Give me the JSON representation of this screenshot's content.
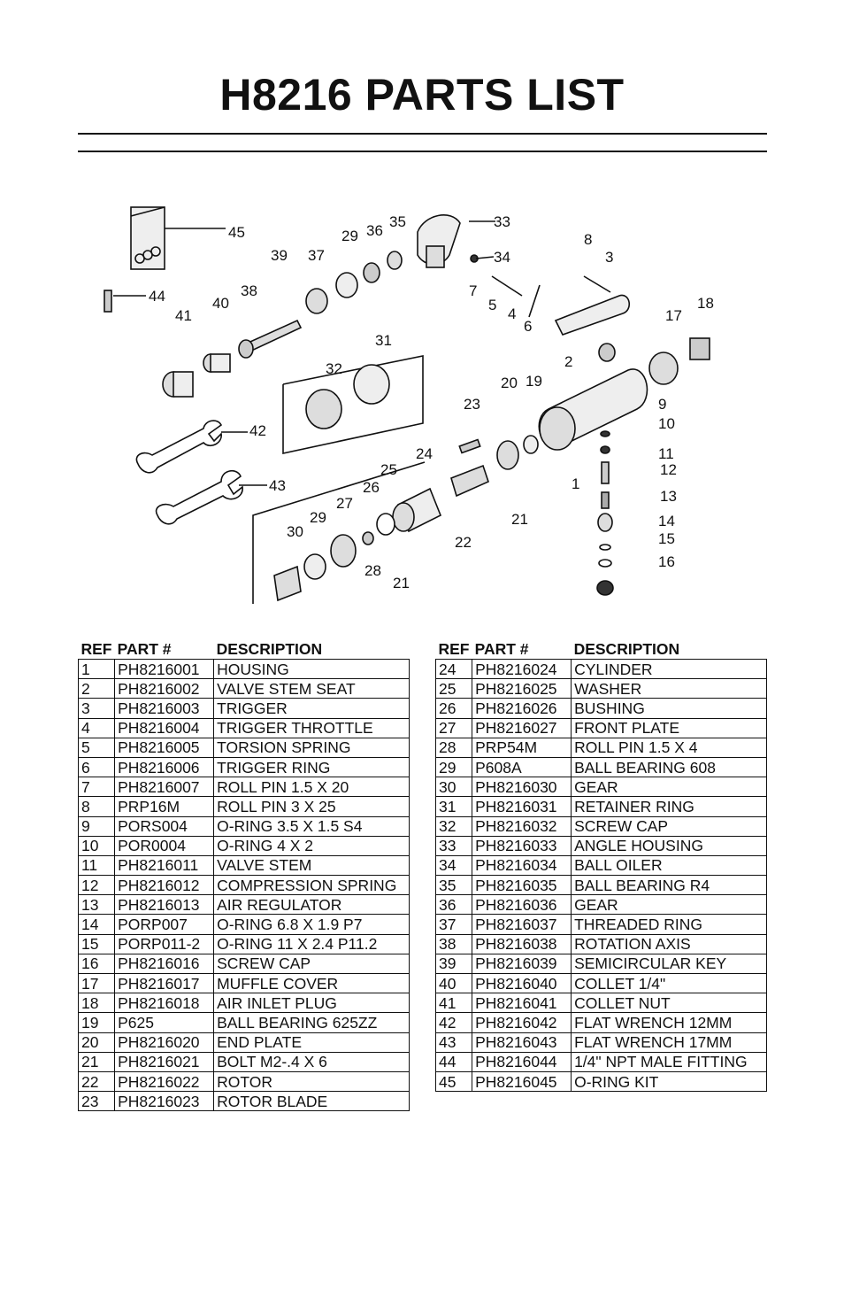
{
  "title": "H8216 PARTS LIST",
  "diagram": {
    "callouts": [
      "45",
      "44",
      "41",
      "40",
      "38",
      "39",
      "37",
      "29",
      "36",
      "35",
      "33",
      "34",
      "8",
      "3",
      "7",
      "5",
      "4",
      "6",
      "18",
      "17",
      "2",
      "31",
      "32",
      "20",
      "19",
      "23",
      "9",
      "10",
      "42",
      "24",
      "11",
      "12",
      "25",
      "26",
      "43",
      "13",
      "27",
      "29",
      "30",
      "21",
      "14",
      "15",
      "22",
      "16",
      "28",
      "21",
      "1"
    ]
  },
  "table": {
    "headers": {
      "ref": "REF",
      "part": "PART #",
      "desc": "DESCRIPTION"
    },
    "left_rows": [
      [
        "1",
        "PH8216001",
        "HOUSING"
      ],
      [
        "2",
        "PH8216002",
        "VALVE STEM SEAT"
      ],
      [
        "3",
        "PH8216003",
        "TRIGGER"
      ],
      [
        "4",
        "PH8216004",
        "TRIGGER THROTTLE"
      ],
      [
        "5",
        "PH8216005",
        "TORSION SPRING"
      ],
      [
        "6",
        "PH8216006",
        "TRIGGER RING"
      ],
      [
        "7",
        "PH8216007",
        "ROLL PIN 1.5 X 20"
      ],
      [
        "8",
        "PRP16M",
        "ROLL PIN 3 X 25"
      ],
      [
        "9",
        "PORS004",
        "O-RING 3.5 X 1.5 S4"
      ],
      [
        "10",
        "POR0004",
        "O-RING 4 X 2"
      ],
      [
        "11",
        "PH8216011",
        "VALVE STEM"
      ],
      [
        "12",
        "PH8216012",
        "COMPRESSION SPRING"
      ],
      [
        "13",
        "PH8216013",
        "AIR REGULATOR"
      ],
      [
        "14",
        "PORP007",
        "O-RING 6.8 X 1.9 P7"
      ],
      [
        "15",
        "PORP011-2",
        "O-RING 11 X 2.4 P11.2"
      ],
      [
        "16",
        "PH8216016",
        "SCREW CAP"
      ],
      [
        "17",
        "PH8216017",
        "MUFFLE COVER"
      ],
      [
        "18",
        "PH8216018",
        "AIR INLET PLUG"
      ],
      [
        "19",
        "P625",
        "BALL BEARING 625ZZ"
      ],
      [
        "20",
        "PH8216020",
        "END PLATE"
      ],
      [
        "21",
        "PH8216021",
        "BOLT M2-.4 X 6"
      ],
      [
        "22",
        "PH8216022",
        "ROTOR"
      ],
      [
        "23",
        "PH8216023",
        "ROTOR BLADE"
      ]
    ],
    "right_rows": [
      [
        "24",
        "PH8216024",
        "CYLINDER"
      ],
      [
        "25",
        "PH8216025",
        "WASHER"
      ],
      [
        "26",
        "PH8216026",
        "BUSHING"
      ],
      [
        "27",
        "PH8216027",
        "FRONT PLATE"
      ],
      [
        "28",
        "PRP54M",
        "ROLL PIN 1.5 X 4"
      ],
      [
        "29",
        "P608A",
        "BALL BEARING 608"
      ],
      [
        "30",
        "PH8216030",
        "GEAR"
      ],
      [
        "31",
        "PH8216031",
        "RETAINER RING"
      ],
      [
        "32",
        "PH8216032",
        "SCREW CAP"
      ],
      [
        "33",
        "PH8216033",
        "ANGLE HOUSING"
      ],
      [
        "34",
        "PH8216034",
        "BALL OILER"
      ],
      [
        "35",
        "PH8216035",
        "BALL BEARING R4"
      ],
      [
        "36",
        "PH8216036",
        "GEAR"
      ],
      [
        "37",
        "PH8216037",
        "THREADED RING"
      ],
      [
        "38",
        "PH8216038",
        "ROTATION AXIS"
      ],
      [
        "39",
        "PH8216039",
        "SEMICIRCULAR KEY"
      ],
      [
        "40",
        "PH8216040",
        "COLLET 1/4\""
      ],
      [
        "41",
        "PH8216041",
        "COLLET NUT"
      ],
      [
        "42",
        "PH8216042",
        "FLAT WRENCH 12MM"
      ],
      [
        "43",
        "PH8216043",
        "FLAT WRENCH 17MM"
      ],
      [
        "44",
        "PH8216044",
        "1/4\" NPT MALE FITTING"
      ],
      [
        "45",
        "PH8216045",
        "O-RING KIT"
      ]
    ]
  }
}
